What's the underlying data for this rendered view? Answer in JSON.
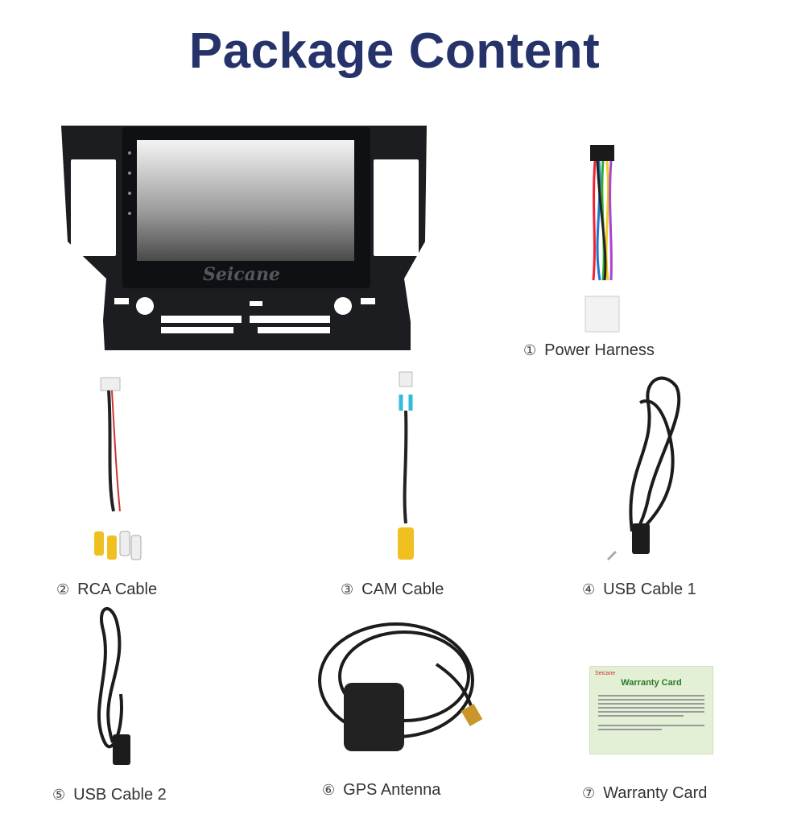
{
  "header": {
    "title": "Package Content"
  },
  "unit": {
    "brand": "Seicane"
  },
  "items": [
    {
      "num": "①",
      "label": "Power Harness"
    },
    {
      "num": "②",
      "label": "RCA Cable"
    },
    {
      "num": "③",
      "label": "CAM Cable"
    },
    {
      "num": "④",
      "label": "USB Cable 1"
    },
    {
      "num": "⑤",
      "label": "USB Cable 2"
    },
    {
      "num": "⑥",
      "label": "GPS Antenna"
    },
    {
      "num": "⑦",
      "label": "Warranty Card"
    }
  ],
  "warranty_card": {
    "brand": "Seicane",
    "heading": "Warranty Card"
  }
}
